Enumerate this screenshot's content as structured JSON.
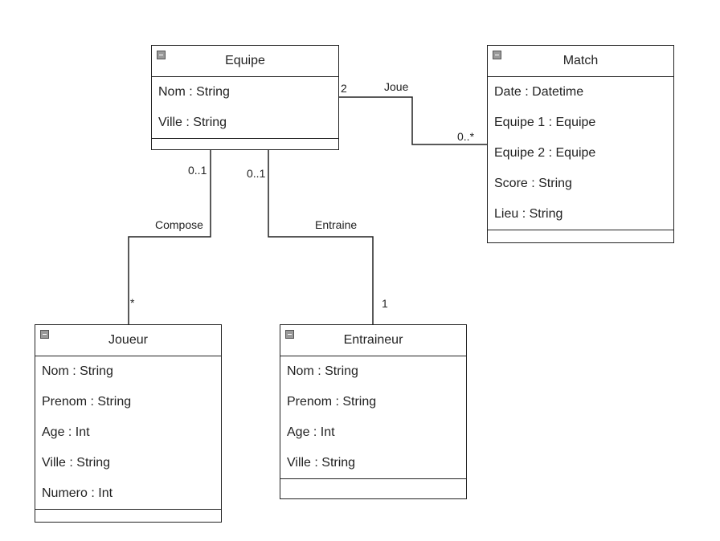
{
  "classes": {
    "equipe": {
      "name": "Equipe",
      "attributes": [
        "Nom : String",
        "Ville : String"
      ]
    },
    "match": {
      "name": "Match",
      "attributes": [
        "Date : Datetime",
        "Equipe 1 : Equipe",
        "Equipe 2 : Equipe",
        "Score : String",
        "Lieu : String"
      ]
    },
    "joueur": {
      "name": "Joueur",
      "attributes": [
        "Nom : String",
        "Prenom : String",
        "Age : Int",
        "Ville : String",
        "Numero : Int"
      ]
    },
    "entraineur": {
      "name": "Entraineur",
      "attributes": [
        "Nom : String",
        "Prenom : String",
        "Age : Int",
        "Ville : String"
      ]
    }
  },
  "associations": {
    "joue": {
      "label": "Joue",
      "mult_source": "2",
      "mult_target": "0..*"
    },
    "compose": {
      "label": "Compose",
      "mult_source": "0..1",
      "mult_target": "*"
    },
    "entraine": {
      "label": "Entraine",
      "mult_source": "0..1",
      "mult_target": "1"
    }
  }
}
